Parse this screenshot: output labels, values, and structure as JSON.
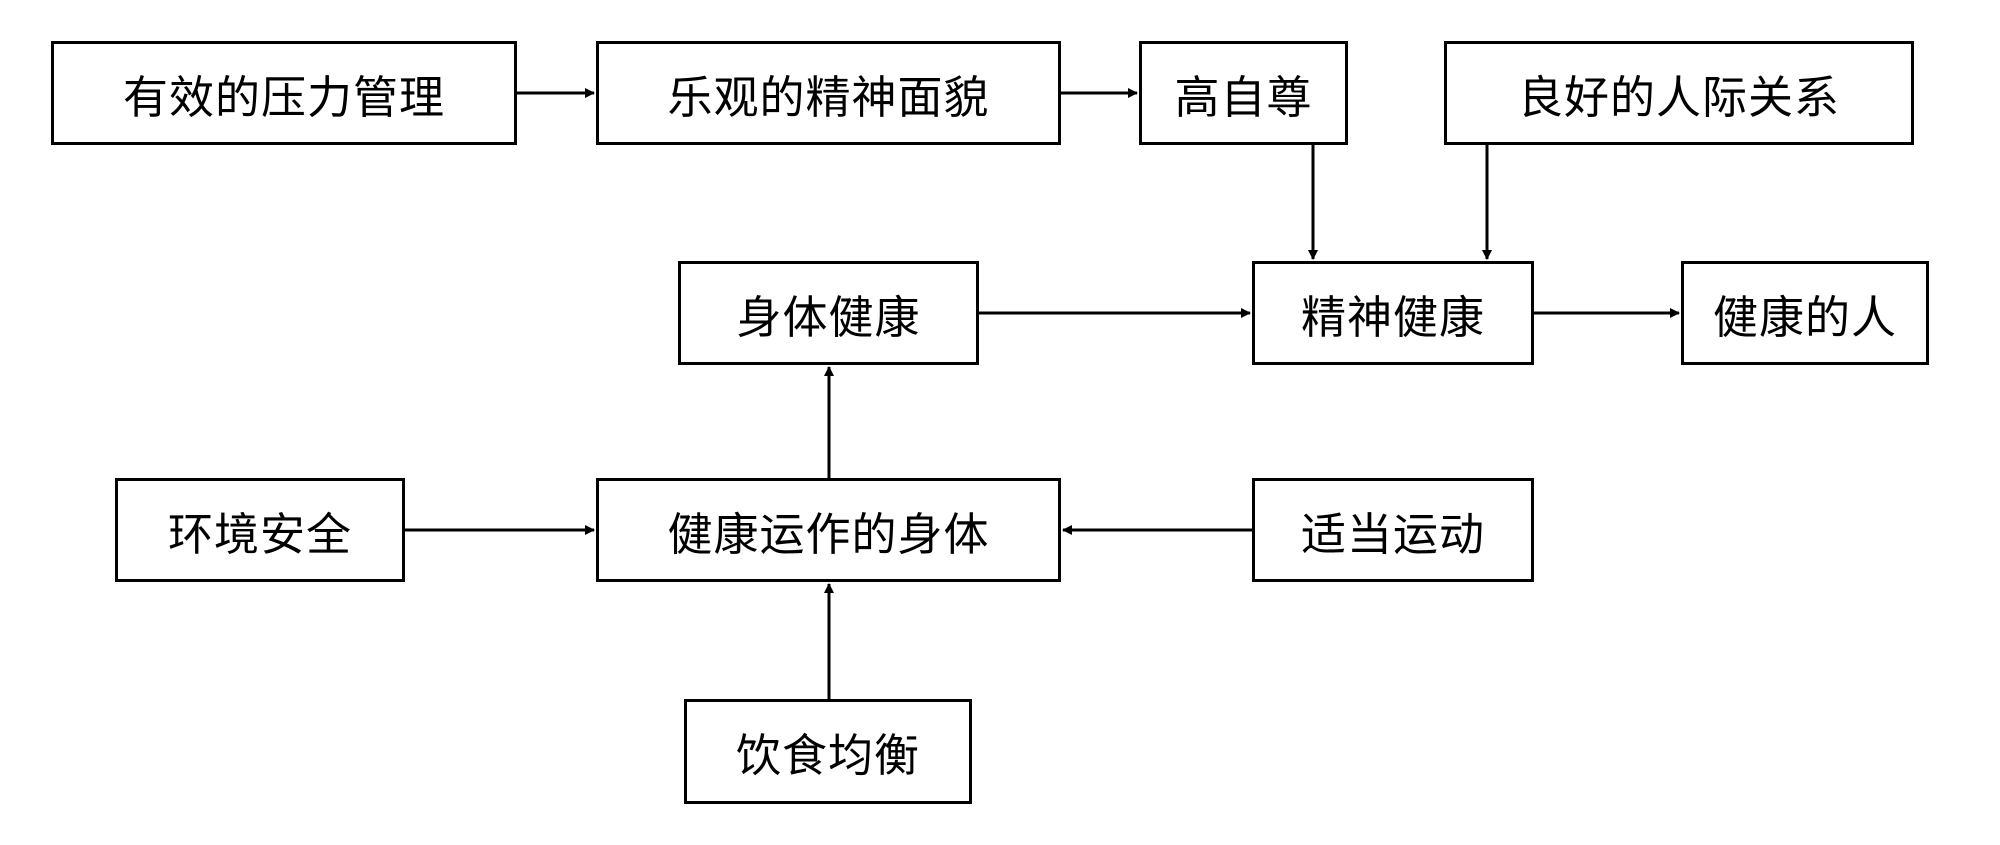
{
  "nodes": {
    "stress_management": "有效的压力管理",
    "optimistic_spirit": "乐观的精神面貌",
    "high_self_esteem": "高自尊",
    "good_relationships": "良好的人际关系",
    "physical_health": "身体健康",
    "mental_health": "精神健康",
    "healthy_person": "健康的人",
    "environment_safety": "环境安全",
    "healthy_functioning_body": "健康运作的身体",
    "proper_exercise": "适当运动",
    "balanced_diet": "饮食均衡"
  },
  "edges": [
    {
      "from": "stress_management",
      "to": "optimistic_spirit"
    },
    {
      "from": "optimistic_spirit",
      "to": "high_self_esteem"
    },
    {
      "from": "high_self_esteem",
      "to": "mental_health"
    },
    {
      "from": "good_relationships",
      "to": "mental_health"
    },
    {
      "from": "physical_health",
      "to": "mental_health"
    },
    {
      "from": "mental_health",
      "to": "healthy_person"
    },
    {
      "from": "healthy_functioning_body",
      "to": "physical_health"
    },
    {
      "from": "environment_safety",
      "to": "healthy_functioning_body"
    },
    {
      "from": "proper_exercise",
      "to": "healthy_functioning_body"
    },
    {
      "from": "balanced_diet",
      "to": "healthy_functioning_body"
    }
  ]
}
